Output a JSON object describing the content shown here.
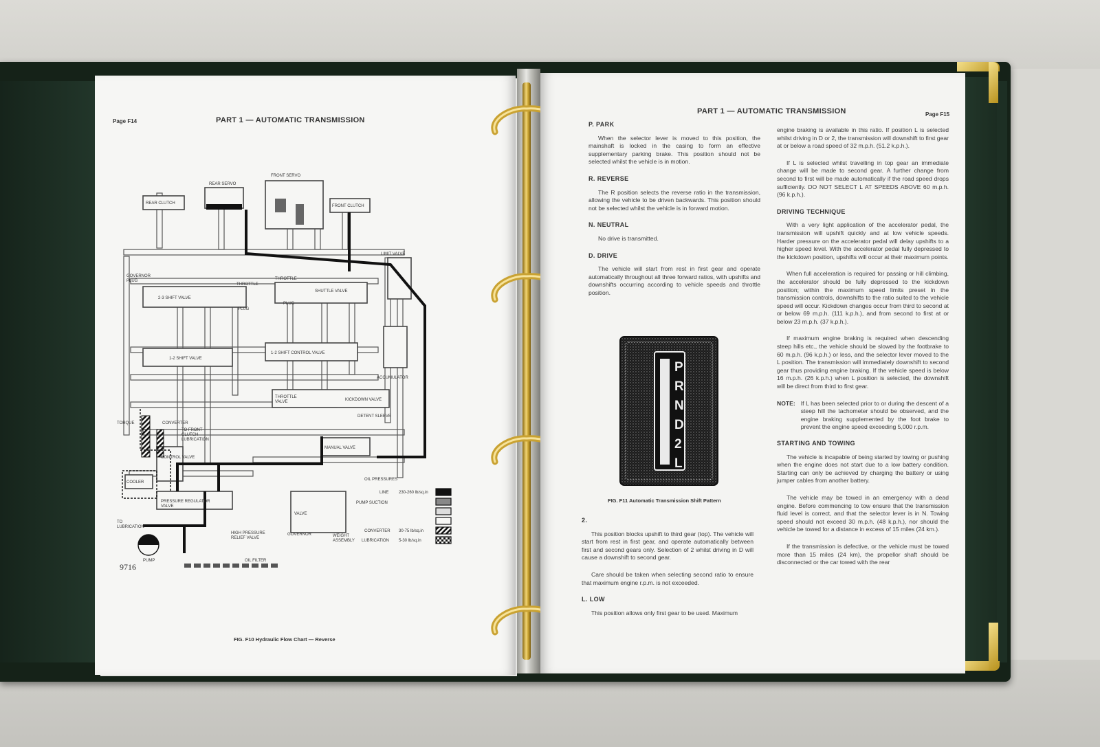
{
  "left_page": {
    "page_number": "Page F14",
    "header": "PART 1 — AUTOMATIC TRANSMISSION",
    "figure_caption": "FIG. F10 Hydraulic Flow Chart — Reverse",
    "figure_code": "9716",
    "diagram_labels": {
      "front_servo": "FRONT SERVO",
      "rear_servo": "REAR SERVO",
      "rear_clutch": "REAR CLUTCH",
      "front_clutch": "FRONT CLUTCH",
      "limit_valve": "LIMIT VALVE",
      "governor_plug": "GOVERNOR\nPLUG",
      "throttle": "THROTTLE",
      "shift_valve_23": "2-3 SHIFT VALVE",
      "plug": "PLUG",
      "shuttle_valve": "SHUTTLE VALVE",
      "shift_valve_12": "1-2 SHIFT VALVE",
      "shift_control_valve_12": "1-2 SHIFT CONTROL VALVE",
      "accumulator": "ACCUMULATOR",
      "throttle_valve": "THROTTLE\nVALVE",
      "kickdown_valve": "KICKDOWN VALVE",
      "detent_sleeve": "DETENT SLEEVE",
      "torque": "TORQUE",
      "converter": "CONVERTER",
      "to_front_clutch_lubrication": "TO FRONT\nCLUTCH\nLUBRICATION",
      "control_valve": "CONTROL VALVE",
      "manual_valve": "MANUAL VALVE",
      "oil_pressures": "OIL PRESSURES",
      "cooler": "COOLER",
      "pressure_regulator_valve": "PRESSURE REGULATOR\nVALVE",
      "to_lubrication": "TO\nLUBRICATION",
      "valve": "VALVE",
      "governor": "GOVERNOR",
      "weight_assembly": "WEIGHT\nASSEMBLY",
      "pump_suction": "PUMP SUCTION",
      "high_pressure_relief_valve": "HIGH PRESSURE\nRELIEF VALVE",
      "pump": "PUMP",
      "oil_filter": "OIL FILTER"
    },
    "legend": [
      {
        "label": "LINE",
        "value": "230-260 lb/sq.in",
        "pattern": "solid"
      },
      {
        "label": "",
        "value": "",
        "pattern": "grey"
      },
      {
        "label": "",
        "value": "",
        "pattern": "light"
      },
      {
        "label": "",
        "value": "",
        "pattern": "white"
      },
      {
        "label": "CONVERTER",
        "value": "30-75 lb/sq.in",
        "pattern": "hatch"
      },
      {
        "label": "LUBRICATION",
        "value": "5-30 lb/sq.in",
        "pattern": "check"
      }
    ]
  },
  "right_page": {
    "page_number": "Page F15",
    "header": "PART 1 — AUTOMATIC TRANSMISSION",
    "col1": [
      {
        "heading": "P. PARK",
        "paragraphs": [
          "When the selector lever is moved to this position, the mainshaft is locked in the casing to form an effective supplementary parking brake. This position should not be selected whilst the vehicle is in motion."
        ]
      },
      {
        "heading": "R. REVERSE",
        "paragraphs": [
          "The R position selects the reverse ratio in the transmission, allowing the vehicle to be driven backwards. This position should not be selected whilst the vehicle is in forward motion."
        ]
      },
      {
        "heading": "N. NEUTRAL",
        "paragraphs": [
          "No drive is transmitted."
        ]
      },
      {
        "heading": "D. DRIVE",
        "paragraphs": [
          "The vehicle will start from rest in first gear and operate automatically throughout all three forward ratios, with upshifts and downshifts occurring according to vehicle speeds and throttle position."
        ]
      }
    ],
    "shift_pattern_letters": [
      "P",
      "R",
      "N",
      "D",
      "2",
      "L"
    ],
    "shift_caption": "FIG. F11 Automatic Transmission Shift Pattern",
    "col1b": [
      {
        "heading": "2.",
        "paragraphs": [
          "This position blocks upshift to third gear (top). The vehicle will start from rest in first gear, and operate automatically between first and second gears only. Selection of 2 whilst driving in D will cause a downshift to second gear.",
          "Care should be taken when selecting second ratio to ensure that maximum engine r.p.m. is not exceeded."
        ]
      },
      {
        "heading": "L. LOW",
        "paragraphs": [
          "This position allows only first gear to be used. Maximum"
        ]
      }
    ],
    "col2_intro": [
      "engine braking is available in this ratio. If position L is selected whilst driving in D or 2, the transmission will downshift to first gear at or below a road speed of 32 m.p.h. (51.2 k.p.h.).",
      "If L is selected whilst travelling in top gear an immediate change will be made to second gear. A further change from second to first will be made automatically if the road speed drops sufficiently. DO NOT SELECT L AT SPEEDS ABOVE 60 m.p.h. (96 k.p.h.)."
    ],
    "col2": [
      {
        "heading": "DRIVING TECHNIQUE",
        "paragraphs": [
          "With a very light application of the accelerator pedal, the transmission will upshift quickly and at low vehicle speeds. Harder pressure on the accelerator pedal will delay upshifts to a higher speed level. With the accelerator pedal fully depressed to the kickdown position, upshifts will occur at their maximum points.",
          "When full acceleration is required for passing or hill climbing, the accelerator should be fully depressed to the kickdown position; within the maximum speed limits preset in the transmission controls, downshifts to the ratio suited to the vehicle speed will occur. Kickdown changes occur from third to second at or below 69 m.p.h. (111 k.p.h.), and from second to first at or below 23 m.p.h. (37 k.p.h.).",
          "If maximum engine braking is required when descending steep hills etc., the vehicle should be slowed by the footbrake to 60 m.p.h. (96 k.p.h.) or less, and the selector lever moved to the L position. The transmission will immediately downshift to second gear thus providing engine braking. If the vehicle speed is below 16 m.p.h. (26 k.p.h.) when L position is selected, the downshift will be direct from third to first gear."
        ]
      }
    ],
    "note_label": "NOTE:",
    "note_text": "If L has been selected prior to or during the descent of a steep hill the tachometer should be observed, and the engine braking supplemented by the foot brake to prevent the engine speed exceeding 5,000 r.p.m.",
    "col2b": [
      {
        "heading": "STARTING AND TOWING",
        "paragraphs": [
          "The vehicle is incapable of being started by towing or pushing when the engine does not start due to a low battery condition. Starting can only be achieved by charging the battery or using jumper cables from another battery.",
          "The vehicle may be towed in an emergency with a dead engine. Before commencing to tow ensure that the transmission fluid level is correct, and that the selector lever is in N. Towing speed should not exceed 30 m.p.h. (48 k.p.h.), nor should the vehicle be towed for a distance in excess of 15 miles (24 km.).",
          "If the transmission is defective, or the vehicle must be towed more than 15 miles (24 km), the propellor shaft should be disconnected or the car towed with the rear"
        ]
      }
    ]
  },
  "colors": {
    "binder_green": "#1d2f24",
    "brass": "#d9b64a",
    "paper": "#f6f6f4",
    "ink": "#2a2a2a"
  }
}
